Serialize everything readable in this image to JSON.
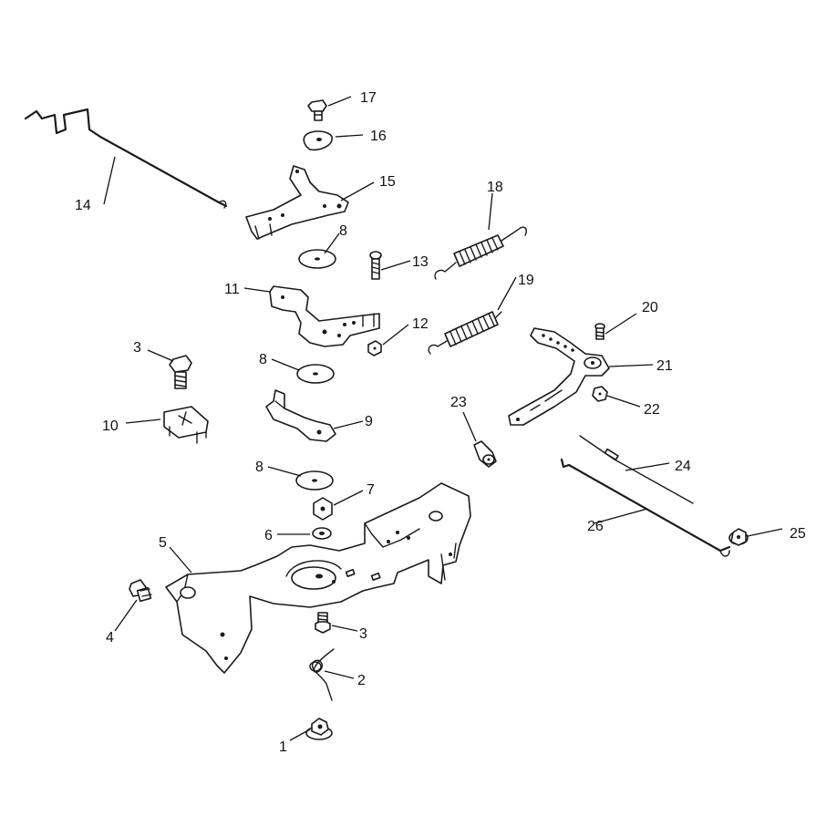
{
  "callouts": {
    "c1": "1",
    "c2": "2",
    "c3a": "3",
    "c3b": "3",
    "c4": "4",
    "c5": "5",
    "c6": "6",
    "c7": "7",
    "c8a": "8",
    "c8b": "8",
    "c8c": "8",
    "c9": "9",
    "c10": "10",
    "c11": "11",
    "c12": "12",
    "c13": "13",
    "c14": "14",
    "c15": "15",
    "c16": "16",
    "c17": "17",
    "c18": "18",
    "c19": "19",
    "c20": "20",
    "c21": "21",
    "c22": "22",
    "c23": "23",
    "c24": "24",
    "c25": "25",
    "c26": "26"
  }
}
